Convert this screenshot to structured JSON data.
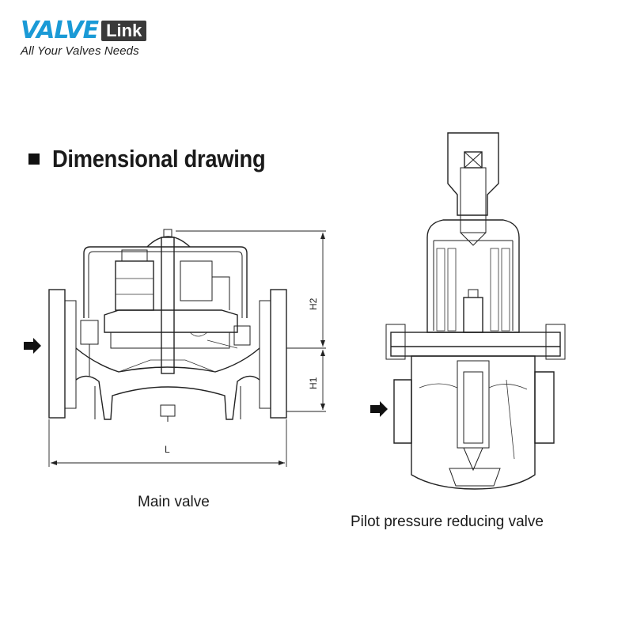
{
  "logo": {
    "brand": "VALVE",
    "link": "Link",
    "tagline": "All Your Valves Needs"
  },
  "heading": "Dimensional drawing",
  "captions": {
    "main_valve": "Main valve",
    "pilot_valve": "Pilot pressure reducing valve"
  },
  "dimensions": {
    "length": "L",
    "height_upper": "H2",
    "height_lower": "H1"
  }
}
